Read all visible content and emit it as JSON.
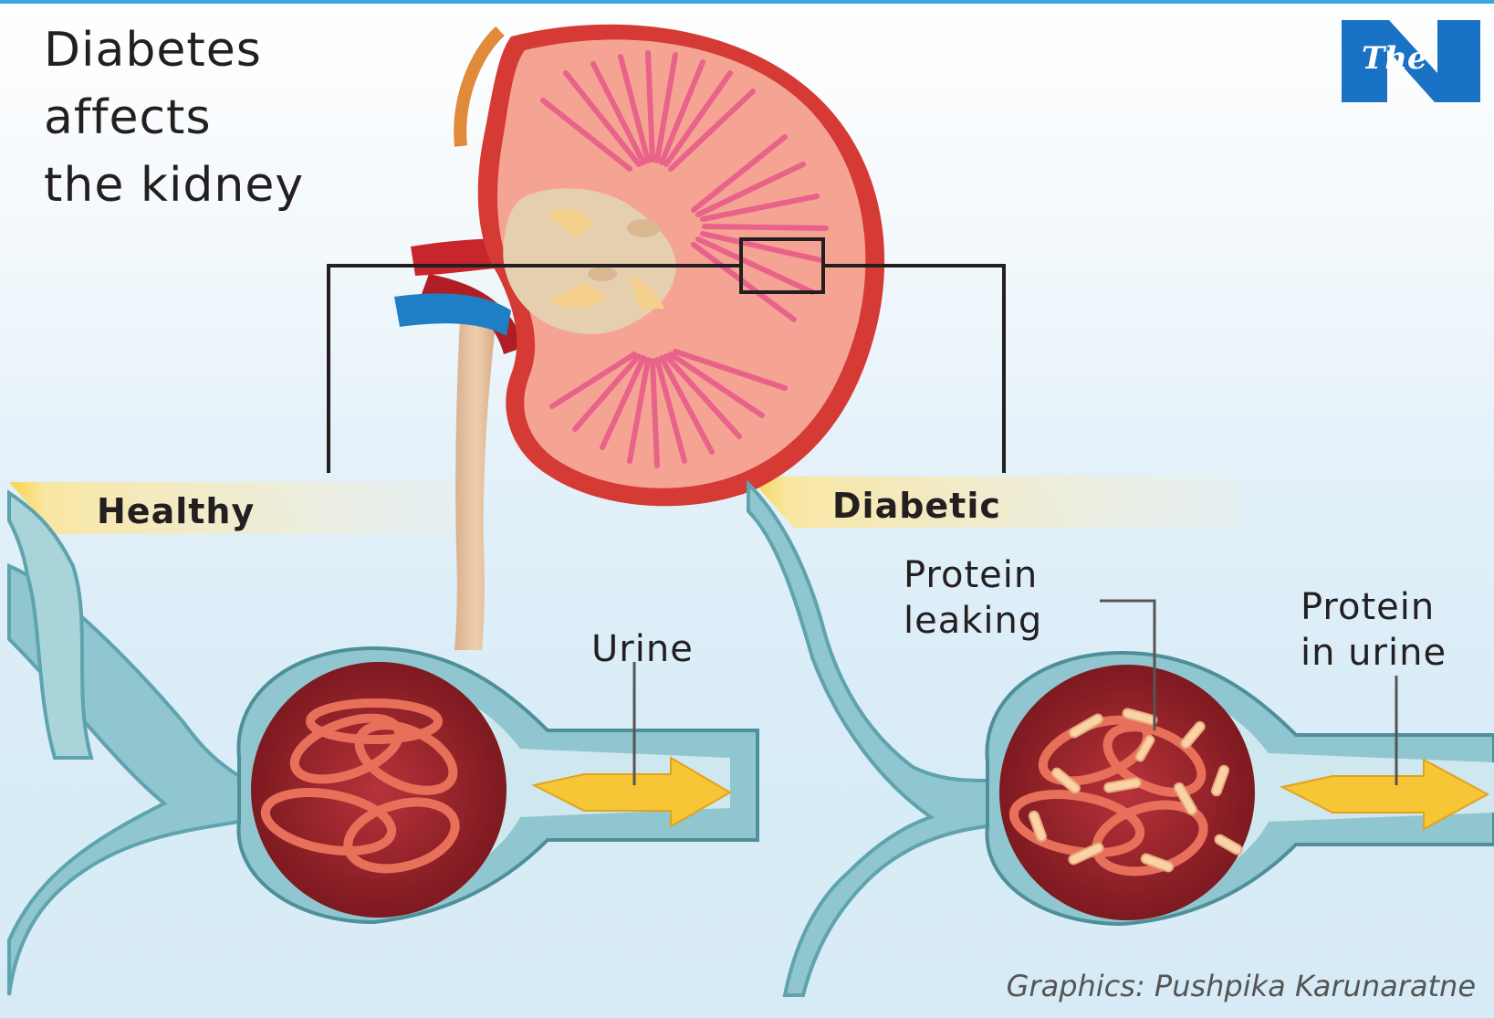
{
  "title": {
    "lines": [
      "Diabetes",
      "affects",
      "the kidney"
    ]
  },
  "logo": {
    "text": "The",
    "letter": "N",
    "color": "#1a72c4"
  },
  "panels": {
    "healthy": {
      "label": "Healthy",
      "callout": "Urine"
    },
    "diabetic": {
      "label": "Diabetic",
      "callout_leak": [
        "Protein",
        "leaking"
      ],
      "callout_urine": [
        "Protein",
        "in urine"
      ]
    }
  },
  "credit": "Graphics: Pushpika Karunaratne",
  "colors": {
    "label_band": "#f7d54a",
    "kidney_cortex": "#f5a494",
    "kidney_pyramids": "#ec6f8e",
    "artery": "#c9252c",
    "vein": "#1e7fc4",
    "tubule": "#8fc6cf",
    "glomerulus": "#a0242c",
    "protein": "#f9d3a6",
    "arrow": "#f6c637"
  }
}
